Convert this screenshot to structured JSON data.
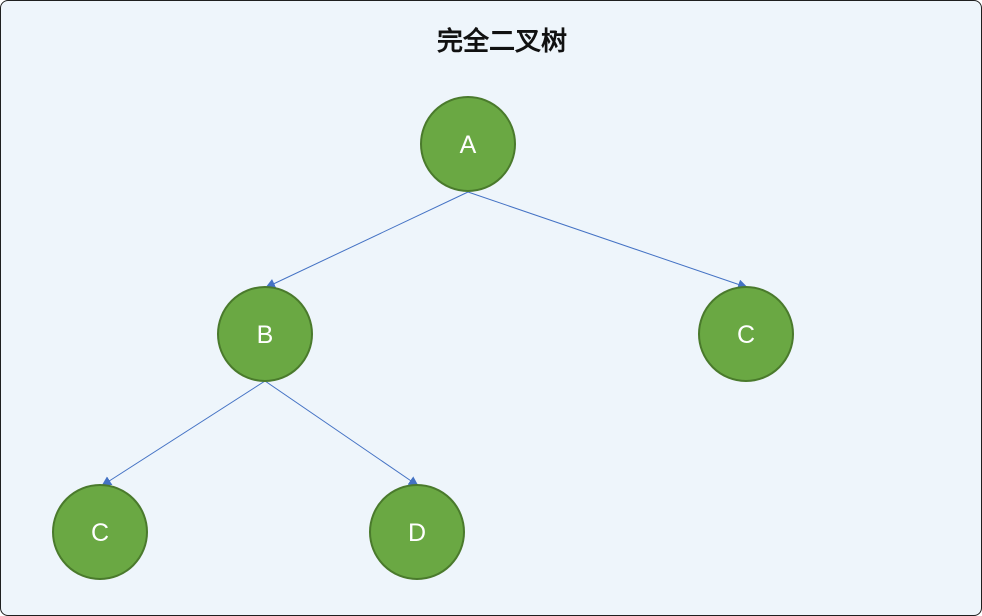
{
  "title": "完全二叉树",
  "colors": {
    "background": "#eef5fb",
    "node_fill": "#6aa843",
    "node_stroke": "#4a7a2c",
    "edge": "#4472c4",
    "node_text": "#ffffff"
  },
  "nodes": [
    {
      "id": "a",
      "label": "A"
    },
    {
      "id": "b",
      "label": "B"
    },
    {
      "id": "c-right",
      "label": "C"
    },
    {
      "id": "c-left",
      "label": "C"
    },
    {
      "id": "d",
      "label": "D"
    }
  ],
  "edges": [
    {
      "from": "a",
      "to": "b"
    },
    {
      "from": "a",
      "to": "c-right"
    },
    {
      "from": "b",
      "to": "c-left"
    },
    {
      "from": "b",
      "to": "d"
    }
  ]
}
